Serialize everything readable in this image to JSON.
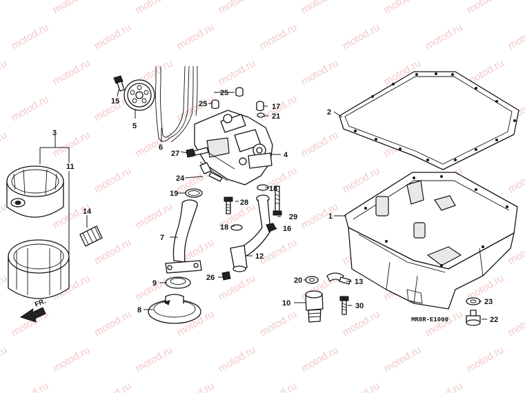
{
  "watermark": "motod.ru",
  "diagram_code": "MR8R-E1000",
  "front_label": "FR.",
  "callouts": [
    {
      "id": "1",
      "label": "1"
    },
    {
      "id": "2",
      "label": "2"
    },
    {
      "id": "3",
      "label": "3"
    },
    {
      "id": "4",
      "label": "4"
    },
    {
      "id": "5",
      "label": "5"
    },
    {
      "id": "6",
      "label": "6"
    },
    {
      "id": "7",
      "label": "7"
    },
    {
      "id": "8",
      "label": "8"
    },
    {
      "id": "9",
      "label": "9"
    },
    {
      "id": "10",
      "label": "10"
    },
    {
      "id": "11",
      "label": "11"
    },
    {
      "id": "12",
      "label": "12"
    },
    {
      "id": "13",
      "label": "13"
    },
    {
      "id": "14",
      "label": "14"
    },
    {
      "id": "15",
      "label": "15"
    },
    {
      "id": "16",
      "label": "16"
    },
    {
      "id": "17",
      "label": "17"
    },
    {
      "id": "18a",
      "label": "18"
    },
    {
      "id": "18b",
      "label": "18"
    },
    {
      "id": "19",
      "label": "19"
    },
    {
      "id": "20",
      "label": "20"
    },
    {
      "id": "21",
      "label": "21"
    },
    {
      "id": "22",
      "label": "22"
    },
    {
      "id": "23",
      "label": "23"
    },
    {
      "id": "24",
      "label": "24"
    },
    {
      "id": "25a",
      "label": "25"
    },
    {
      "id": "25b",
      "label": "25"
    },
    {
      "id": "26",
      "label": "26"
    },
    {
      "id": "27",
      "label": "27"
    },
    {
      "id": "28",
      "label": "28"
    },
    {
      "id": "29",
      "label": "29"
    },
    {
      "id": "30",
      "label": "30"
    }
  ]
}
